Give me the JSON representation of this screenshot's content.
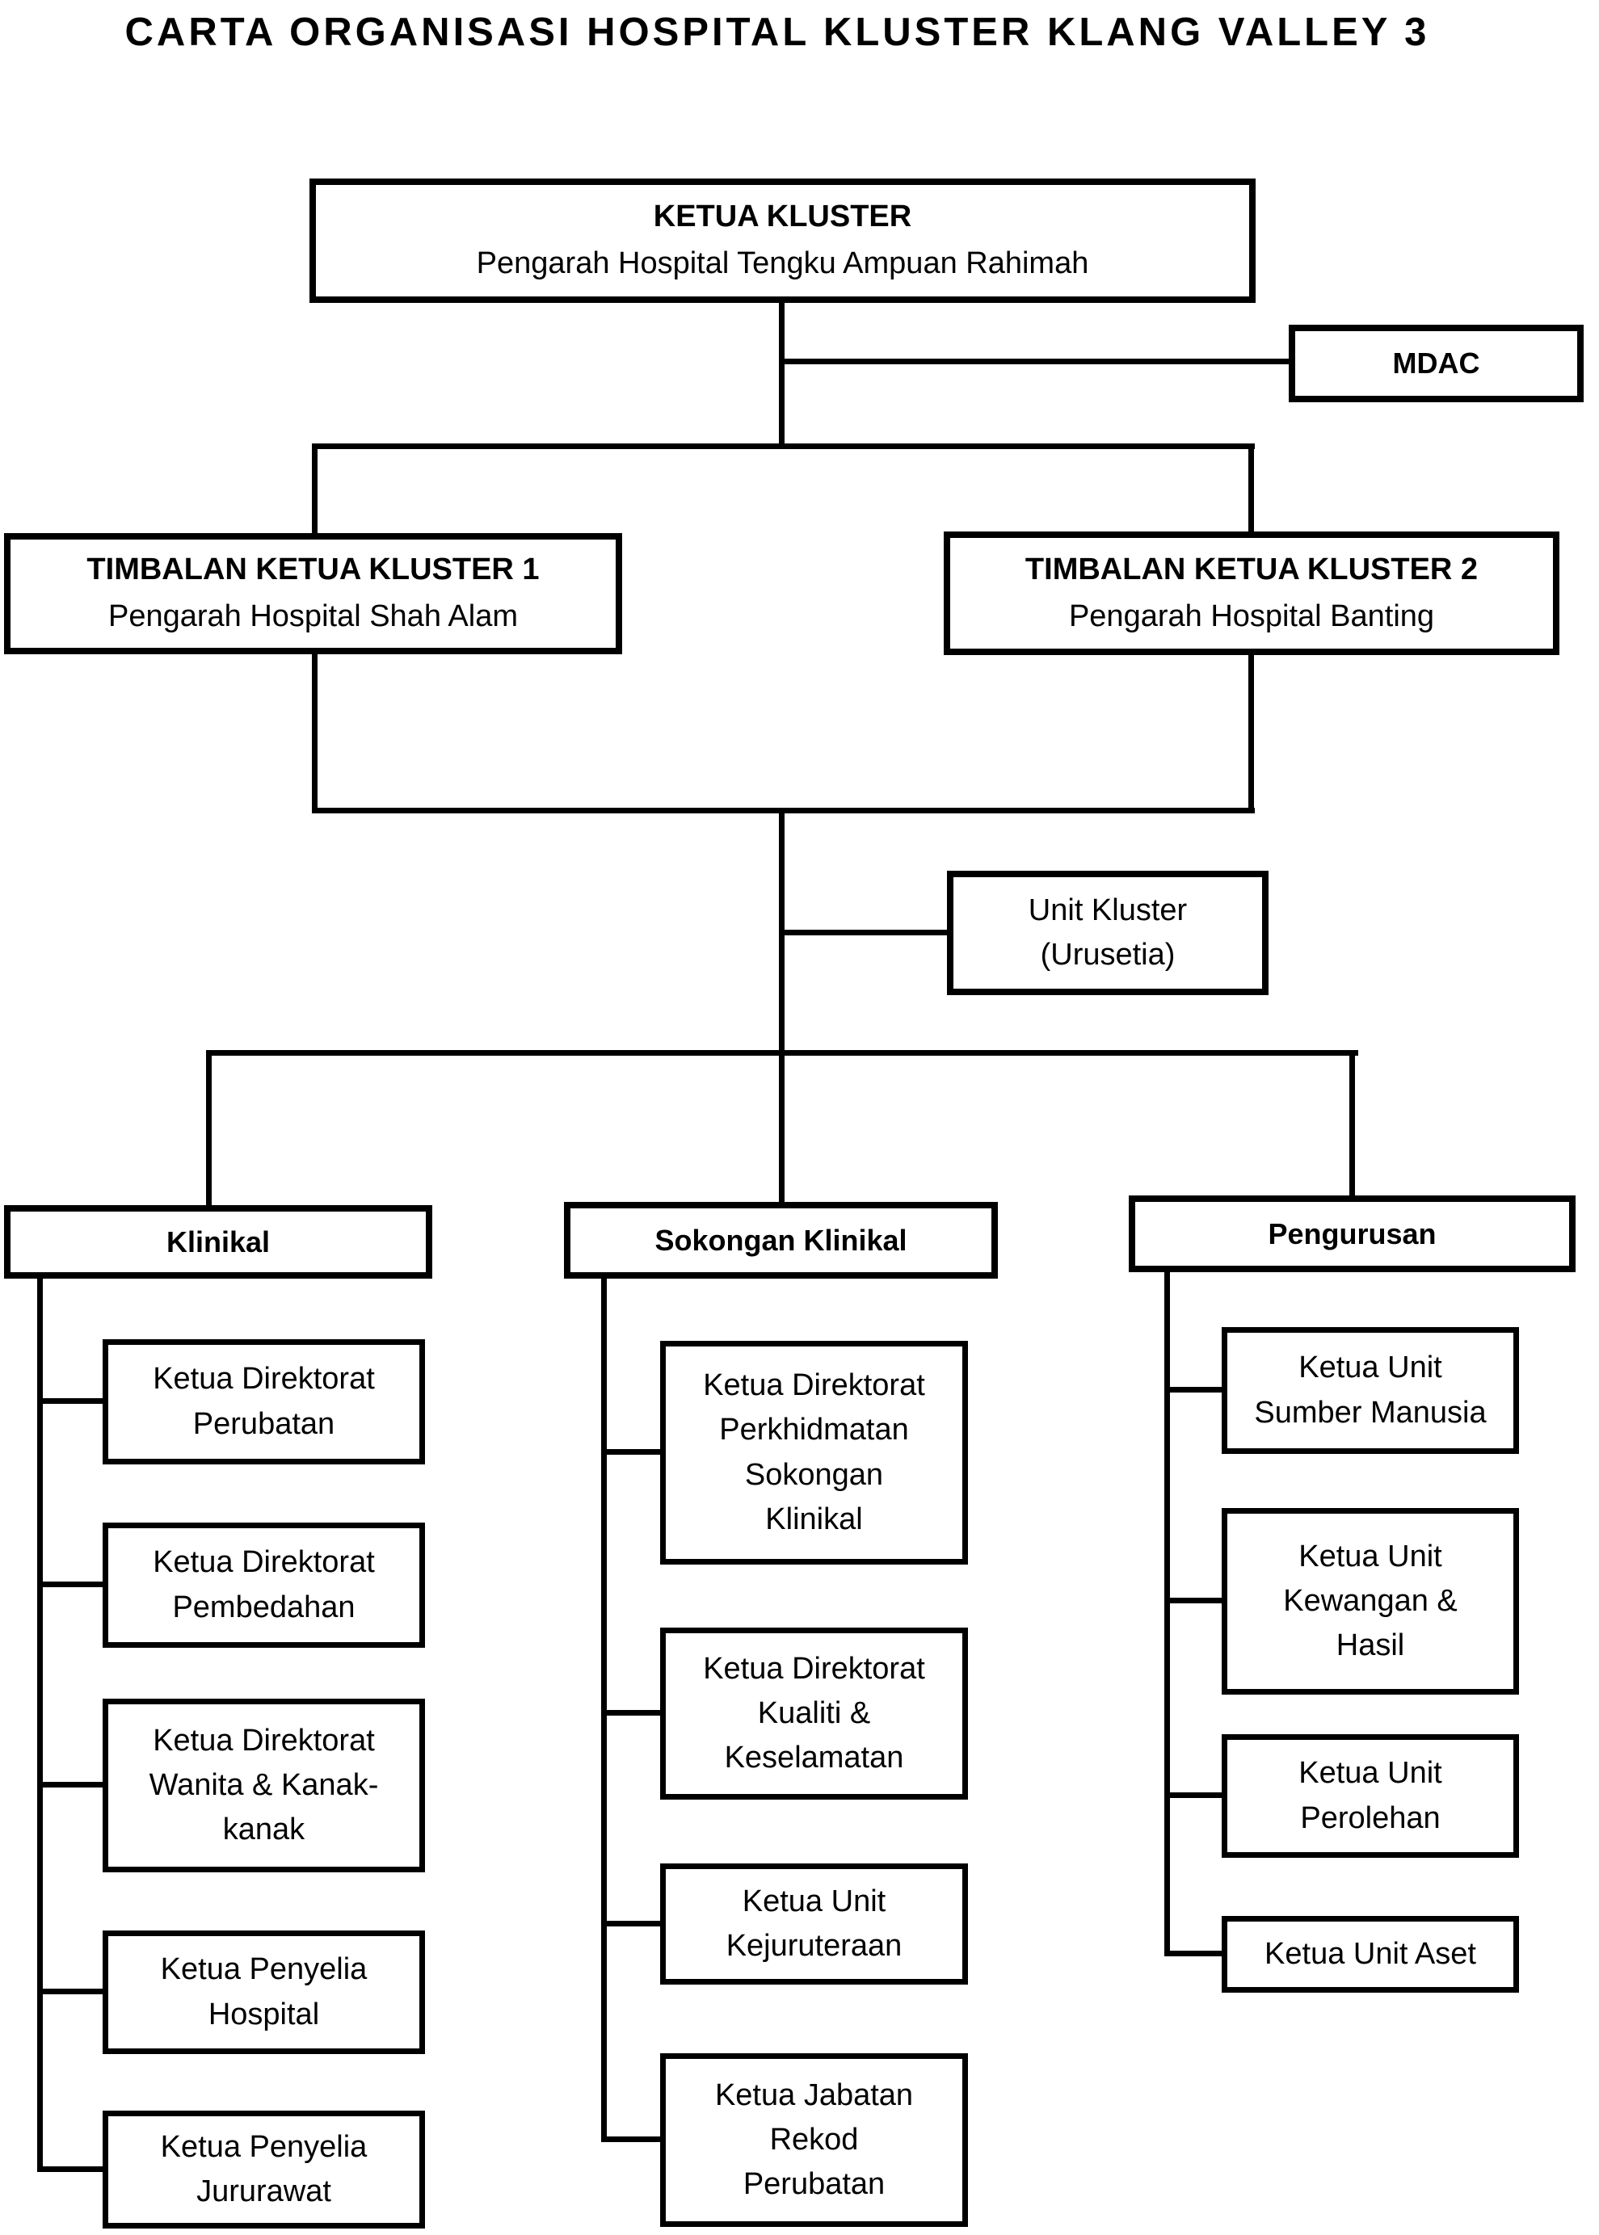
{
  "title": "CARTA ORGANISASI HOSPITAL KLUSTER KLANG VALLEY 3",
  "colors": {
    "line": "#000000",
    "background": "#ffffff",
    "text": "#000000"
  },
  "root": {
    "role": "KETUA KLUSTER",
    "name": "Pengarah Hospital Tengku Ampuan Rahimah"
  },
  "mdac": {
    "label": "MDAC"
  },
  "deputies": {
    "d1": {
      "role": "TIMBALAN KETUA KLUSTER 1",
      "name": "Pengarah Hospital Shah Alam"
    },
    "d2": {
      "role": "TIMBALAN KETUA KLUSTER 2",
      "name": "Pengarah Hospital Banting"
    }
  },
  "secretariat": {
    "label": "Unit Kluster\n(Urusetia)"
  },
  "branches": {
    "klinikal": {
      "label": "Klinikal",
      "children": [
        "Ketua Direktorat\nPerubatan",
        "Ketua Direktorat\nPembedahan",
        "Ketua Direktorat\nWanita & Kanak-\nkanak",
        "Ketua Penyelia\nHospital",
        "Ketua Penyelia\nJururawat"
      ]
    },
    "sokongan_klinikal": {
      "label": "Sokongan Klinikal",
      "children": [
        "Ketua Direktorat\nPerkhidmatan\nSokongan\nKlinikal",
        "Ketua Direktorat\nKualiti &\nKeselamatan",
        "Ketua Unit\nKejuruteraan",
        "Ketua Jabatan\nRekod\nPerubatan"
      ]
    },
    "pengurusan": {
      "label": "Pengurusan",
      "children": [
        "Ketua Unit\nSumber Manusia",
        "Ketua Unit\nKewangan &\nHasil",
        "Ketua Unit\nPerolehan",
        "Ketua Unit Aset"
      ]
    }
  }
}
